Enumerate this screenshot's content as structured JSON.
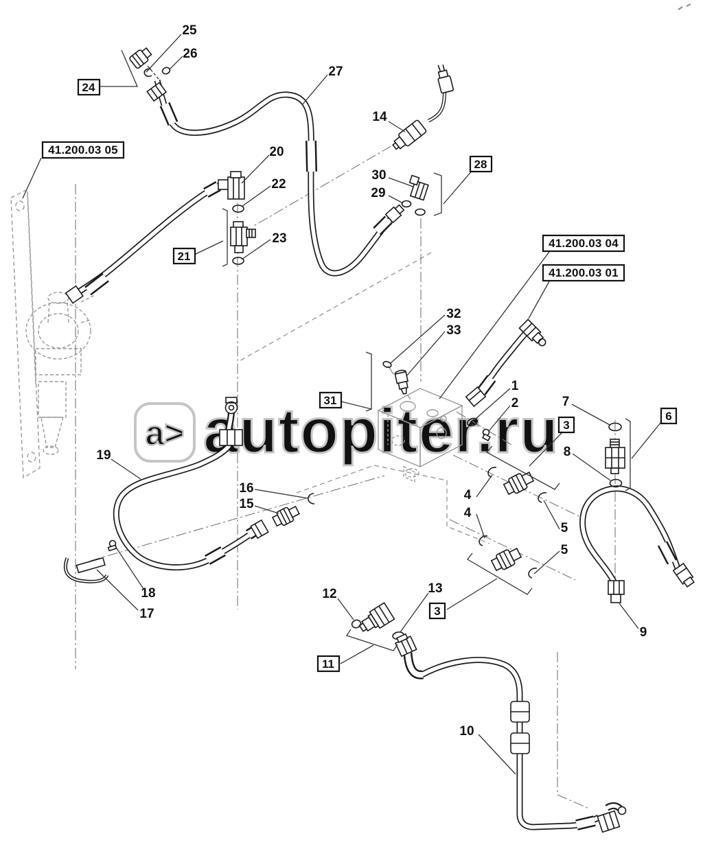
{
  "diagram": {
    "title_refs": {
      "r05": "41.200.03 05",
      "r04": "41.200.03 04",
      "r01": "41.200.03 01"
    },
    "boxed_callouts": {
      "b24": "24",
      "b21": "21",
      "b28": "28",
      "b31": "31",
      "b6": "6",
      "b3a": "3",
      "b3b": "3",
      "b11": "11"
    },
    "callouts": {
      "c1": "1",
      "c2": "2",
      "c4a": "4",
      "c4b": "4",
      "c5a": "5",
      "c5b": "5",
      "c7": "7",
      "c8": "8",
      "c9": "9",
      "c10": "10",
      "c12": "12",
      "c13": "13",
      "c14": "14",
      "c15": "15",
      "c16": "16",
      "c17": "17",
      "c18": "18",
      "c19": "19",
      "c20": "20",
      "c22": "22",
      "c23": "23",
      "c25": "25",
      "c26": "26",
      "c27": "27",
      "c29": "29",
      "c30": "30",
      "c32": "32",
      "c33": "33"
    },
    "watermark": {
      "badge": "a>",
      "site": "autopiter.ru"
    },
    "colors": {
      "line": "#1a1a1a",
      "ghost": "#999999",
      "watermark_outline": "#c5c5c5",
      "label": "#111111"
    }
  }
}
